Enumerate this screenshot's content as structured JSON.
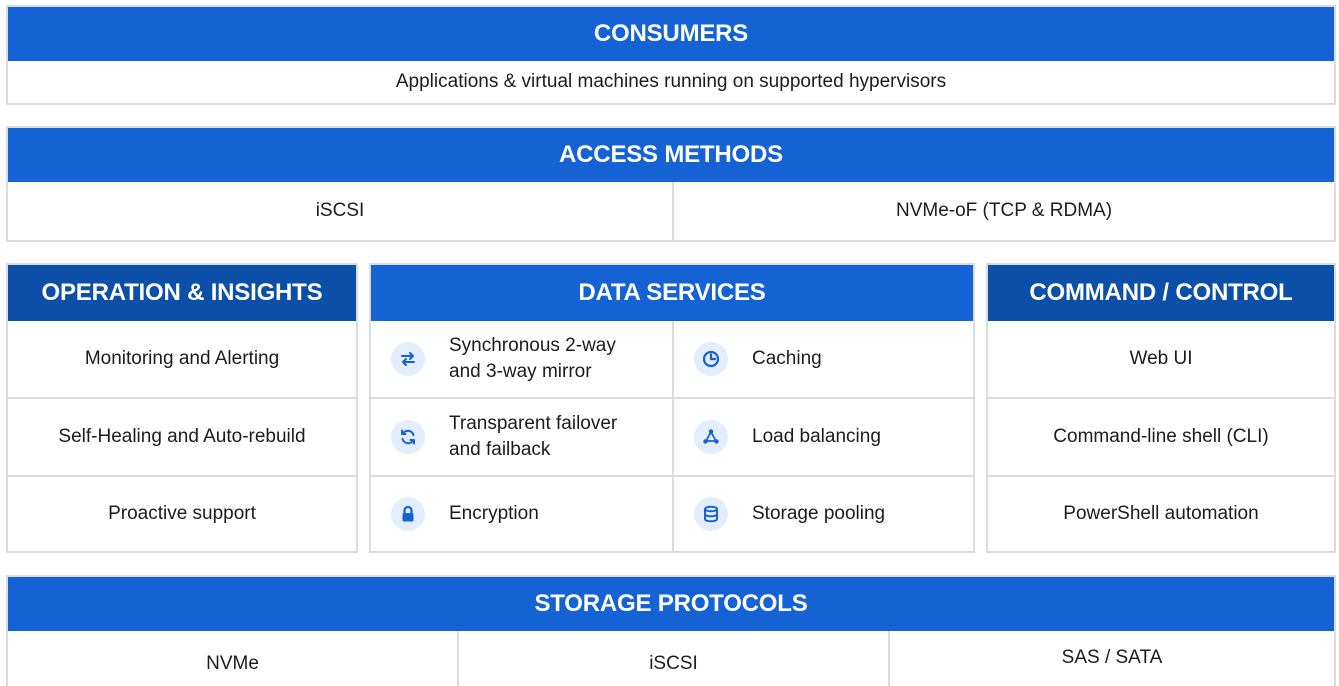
{
  "colors": {
    "header_blue": "#1462d4",
    "header_navy": "#0c4fa8",
    "border": "#d9dde3",
    "icon_bg": "#e3edfb",
    "icon_fg": "#1462d4"
  },
  "consumers": {
    "title": "CONSUMERS",
    "description": "Applications & virtual machines running on supported hypervisors"
  },
  "access_methods": {
    "title": "ACCESS METHODS",
    "items": [
      "iSCSI",
      "NVMe-oF (TCP & RDMA)"
    ]
  },
  "operation": {
    "title": "OPERATION & INSIGHTS",
    "items": [
      "Monitoring and Alerting",
      "Self-Healing and Auto-rebuild",
      "Proactive support"
    ]
  },
  "data_services": {
    "title": "DATA SERVICES",
    "items": [
      {
        "line1": "Synchronous 2-way",
        "line2": "and 3-way mirror",
        "icon": "sync-arrows-icon"
      },
      {
        "line1": "Caching",
        "line2": "",
        "icon": "clock-icon"
      },
      {
        "line1": "Transparent failover",
        "line2": "and failback",
        "icon": "refresh-icon"
      },
      {
        "line1": "Load balancing",
        "line2": "",
        "icon": "nodes-icon"
      },
      {
        "line1": "Encryption",
        "line2": "",
        "icon": "lock-icon"
      },
      {
        "line1": "Storage pooling",
        "line2": "",
        "icon": "database-icon"
      }
    ]
  },
  "command_control": {
    "title": "COMMAND / CONTROL",
    "items": [
      "Web UI",
      "Command-line shell (CLI)",
      "PowerShell automation"
    ]
  },
  "storage_protocols": {
    "title": "STORAGE PROTOCOLS",
    "items": [
      "NVMe",
      "iSCSI",
      "SAS / SATA"
    ]
  }
}
